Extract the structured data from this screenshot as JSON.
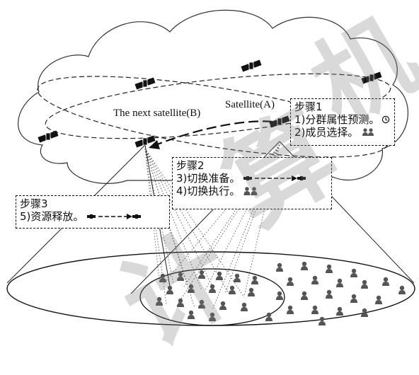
{
  "labels": {
    "satellite_a": "Satellite(A)",
    "next_satellite": "The next satellite(B)"
  },
  "steps": [
    {
      "title": "步骤1",
      "lines": [
        "1)分群属性预测。",
        "2)成员选择。"
      ]
    },
    {
      "title": "步骤2",
      "lines": [
        "3)切换准备。",
        "4)切换执行。"
      ]
    },
    {
      "title": "步骤3",
      "lines": [
        "5)资源释放。"
      ]
    }
  ],
  "watermark": [
    "计",
    "算",
    "机"
  ],
  "icons": [
    "satellite-icon",
    "clock-icon",
    "user-group-icon",
    "handover-arrow-icon",
    "user-icon"
  ],
  "colors": {
    "ink": "#111111",
    "user_fill": "#555555",
    "cloud_stroke": "#333333",
    "watermark": "#bbbbbb"
  }
}
